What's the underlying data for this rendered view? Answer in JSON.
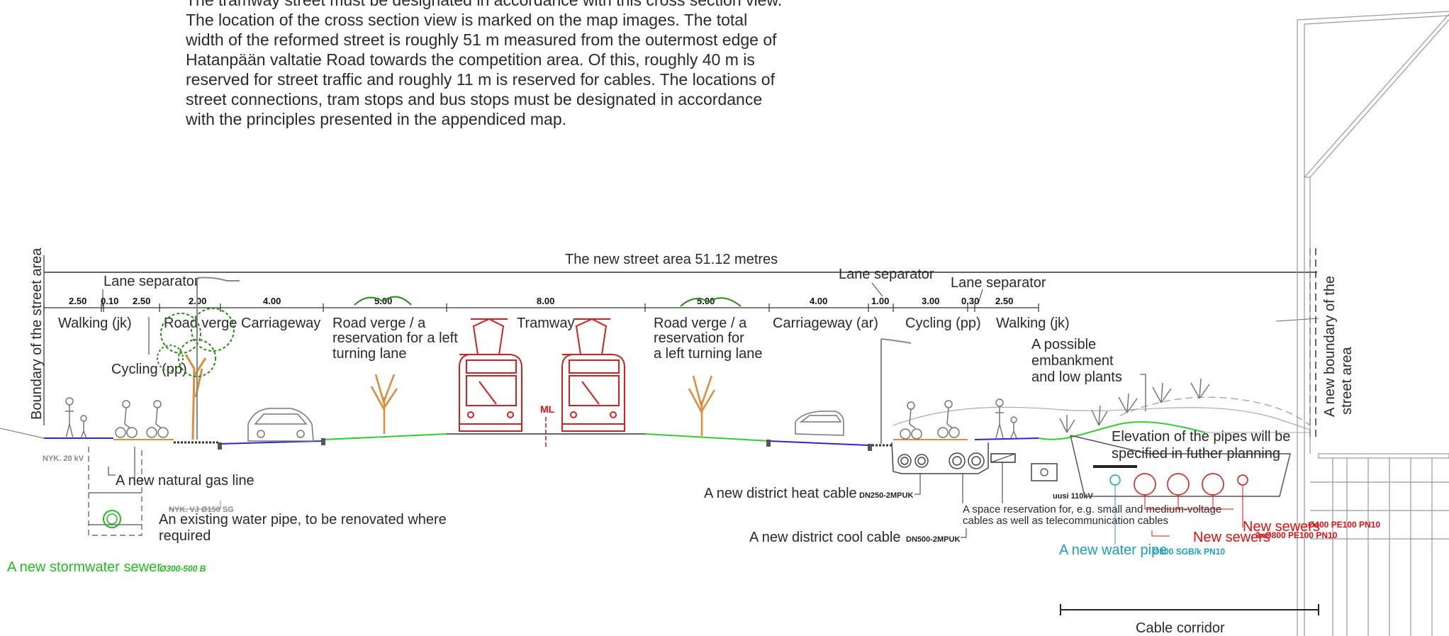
{
  "intro": {
    "text": "The tramway street must be designated in accordance with this cross section view. The location of the cross section view is marked on the map images. The total width of the reformed street is roughly 51 m measured from the outermost edge of Hatanpään valtatie Road towards the competition area. Of this, roughly 40 m is reserved for street traffic and roughly 11 m is reserved for cables. The locations of street connections, tram stops and bus stops must be designated in accordance with the principles presented in the appendiced map."
  },
  "diagram": {
    "street_area_label": "The new street area 51.12 metres",
    "boundary_left": "Boundary of the street area",
    "boundary_right_1": "A new boundary of the",
    "boundary_right_2": "street area",
    "lane_separator": "Lane separator",
    "dimensions": [
      "2.50",
      "0.10",
      "2.50",
      "2.00",
      "4.00",
      "5.00",
      "8.00",
      "5.00",
      "4.00",
      "1.00",
      "3.00",
      "0.30",
      "2.50"
    ],
    "zones": {
      "walking_left": "Walking (jk)",
      "road_verge": "Road verge",
      "carriageway_left": "Carriageway",
      "verge_reservation_left_1": "Road verge / a",
      "verge_reservation_left_2": "reservation for a left",
      "verge_reservation_left_3": "turning lane",
      "tramway": "Tramway",
      "verge_reservation_right_1": "Road verge / a",
      "verge_reservation_right_2": "reservation for",
      "verge_reservation_right_3": "a left turning lane",
      "carriageway_right": "Carriageway (ar)",
      "cycling_right": "Cycling (pp)",
      "walking_right": "Walking (jk)",
      "cycling_left": "Cycling (pp)"
    },
    "embankment_1": "A possible",
    "embankment_2": "embankment",
    "embankment_3": "and low plants",
    "ml": "ML",
    "pipes_elevation_1": "Elevation of the pipes will be",
    "pipes_elevation_2": "specified in futher planning",
    "nyk_20kv": "NYK. 20 kV",
    "gas_line": "A new natural gas line",
    "nyk_vj": "NYK. VJ Ø150 SG",
    "water_existing_1": "An existing water pipe, to be renovated where",
    "water_existing_2": "required",
    "stormwater": "A new stormwater sewer",
    "stormwater_spec": "Ø300-500 B",
    "heat_cable": "A new district heat cable",
    "heat_spec": "DN250-2MPUK",
    "cool_cable": "A new district cool cable",
    "cool_spec": "DN500-2MPUK",
    "space_reservation_1": "A space reservation for, e.g. small and medium-voltage",
    "space_reservation_2": "cables as well as telecommunication cables",
    "uusi_110kv": "uusi 110kV",
    "new_water_pipe": "A new water pipe",
    "water_spec": "Ø300 SGB/k PN10",
    "new_sewers_1": "New sewers",
    "new_sewers_1_spec": "Ø400 PE100 PN10",
    "new_sewers_2": "New sewers",
    "new_sewers_2_spec": "3xØ800 PE100 PN10",
    "cable_corridor": "Cable corridor"
  },
  "colors": {
    "tram": "#d42020",
    "tree": "#2a8a1a",
    "verge_green": "#33cc33",
    "road_blue": "#2a2acc",
    "trunk": "#e08a3a",
    "water_cyan": "#1aa0b8",
    "sewer_red": "#e01010"
  }
}
